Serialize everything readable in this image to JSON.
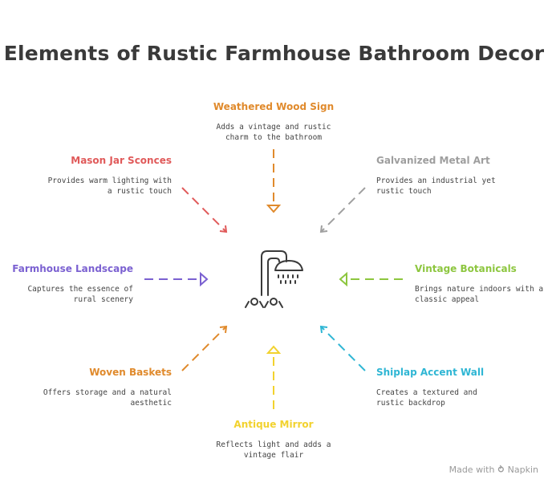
{
  "title": "Elements of Rustic Farmhouse Bathroom Decor",
  "center_icon": "shower-icon",
  "nodes": {
    "weathered_wood_sign": {
      "label": "Weathered Wood Sign",
      "line1": "Adds a vintage and rustic",
      "line2": "charm to the bathroom",
      "color": "#e08a2c"
    },
    "mason_jar_sconces": {
      "label": "Mason Jar Sconces",
      "line1": "Provides warm lighting with",
      "line2": "a rustic touch",
      "color": "#e05a5a"
    },
    "galvanized_metal_art": {
      "label": "Galvanized Metal Art",
      "line1": "Provides an industrial yet",
      "line2": "rustic touch",
      "color": "#9e9e9e"
    },
    "farmhouse_landscape": {
      "label": "Farmhouse Landscape",
      "line1": "Captures the essence of",
      "line2": "rural scenery",
      "color": "#7b61d1"
    },
    "vintage_botanicals": {
      "label": "Vintage Botanicals",
      "line1": "Brings nature indoors with a",
      "line2": "classic appeal",
      "color": "#8dc63f"
    },
    "woven_baskets": {
      "label": "Woven Baskets",
      "line1": "Offers storage and a natural",
      "line2": "aesthetic",
      "color": "#e08a2c"
    },
    "shiplap_accent_wall": {
      "label": "Shiplap Accent Wall",
      "line1": "Creates a textured and",
      "line2": "rustic backdrop",
      "color": "#2fb6d4"
    },
    "antique_mirror": {
      "label": "Antique Mirror",
      "line1": "Reflects light and adds a",
      "line2": "vintage flair",
      "color": "#f2d22e"
    }
  },
  "footer": {
    "made_with": "Made with",
    "brand": "Napkin"
  }
}
